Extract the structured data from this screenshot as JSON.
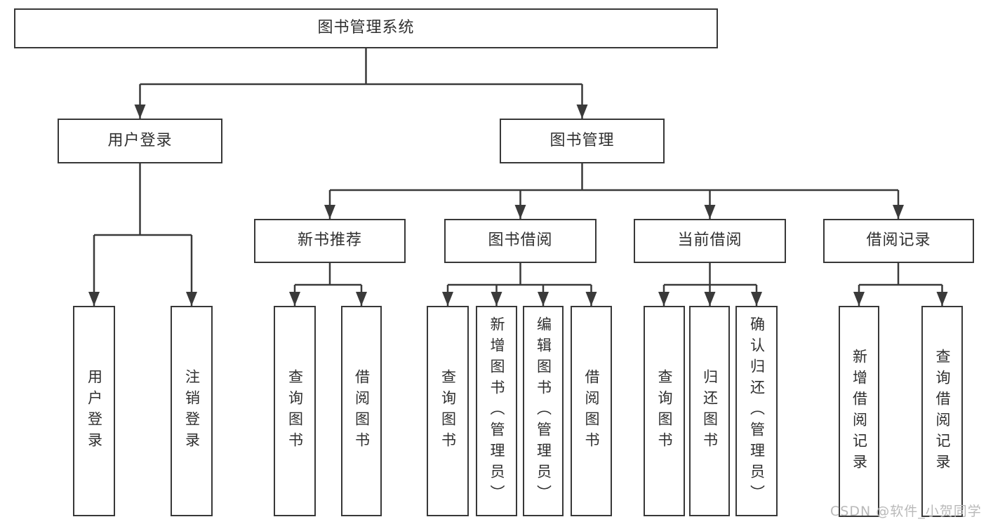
{
  "tree": {
    "root": {
      "label": "图书管理系统"
    },
    "branches": [
      {
        "label": "用户登录",
        "leaves": [
          {
            "label": "用户登录"
          },
          {
            "label": "注销登录"
          }
        ]
      },
      {
        "label": "图书管理",
        "children": [
          {
            "label": "新书推荐",
            "leaves": [
              {
                "label": "查询图书"
              },
              {
                "label": "借阅图书"
              }
            ]
          },
          {
            "label": "图书借阅",
            "leaves": [
              {
                "label": "查询图书"
              },
              {
                "label": "新增图书（管理员）"
              },
              {
                "label": "编辑图书（管理员）"
              },
              {
                "label": "借阅图书"
              }
            ]
          },
          {
            "label": "当前借阅",
            "leaves": [
              {
                "label": "查询图书"
              },
              {
                "label": "归还图书"
              },
              {
                "label": "确认归还（管理员）"
              }
            ]
          },
          {
            "label": "借阅记录",
            "leaves": [
              {
                "label": "新增借阅记录"
              },
              {
                "label": "查询借阅记录"
              }
            ]
          }
        ]
      }
    ]
  },
  "watermark": "CSDN @软件_小贺同学",
  "colors": {
    "line": "#3a3a3a",
    "text": "#2f2f2f",
    "watermark": "#b9b9b9",
    "background": "#ffffff"
  }
}
